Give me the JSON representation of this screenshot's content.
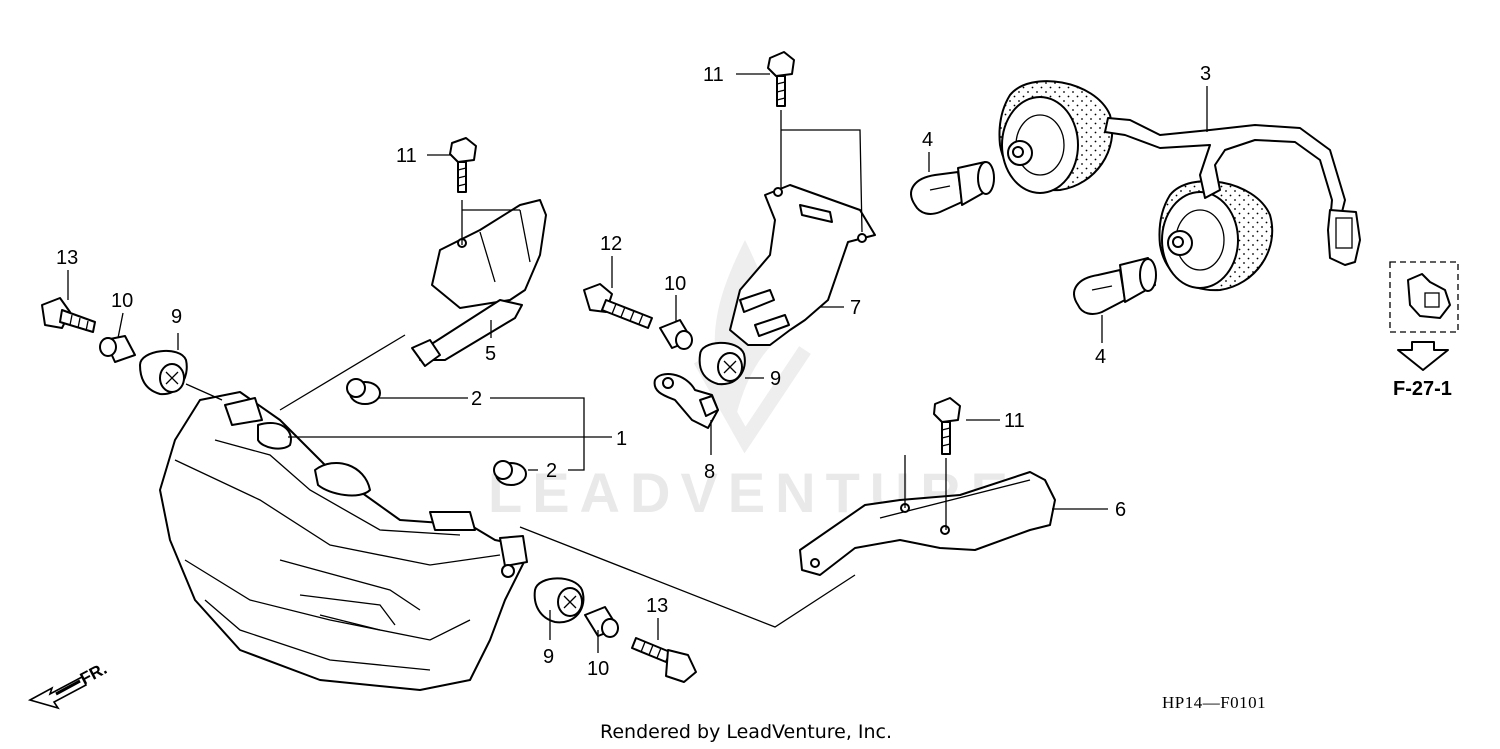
{
  "callouts": {
    "c1": "1",
    "c2a": "2",
    "c2b": "2",
    "c3": "3",
    "c4a": "4",
    "c4b": "4",
    "c5": "5",
    "c6": "6",
    "c7": "7",
    "c8": "8",
    "c9a": "9",
    "c9b": "9",
    "c9c": "9",
    "c10a": "10",
    "c10b": "10",
    "c10c": "10",
    "c11a": "11",
    "c11b": "11",
    "c11c": "11",
    "c12": "12",
    "c13a": "13",
    "c13b": "13"
  },
  "reference": {
    "label": "F-27-1"
  },
  "direction": {
    "label": "FR."
  },
  "diagram_code": "HP14—F0101",
  "watermark": "LEADVENTURE",
  "credit": "Rendered by LeadVenture, Inc."
}
